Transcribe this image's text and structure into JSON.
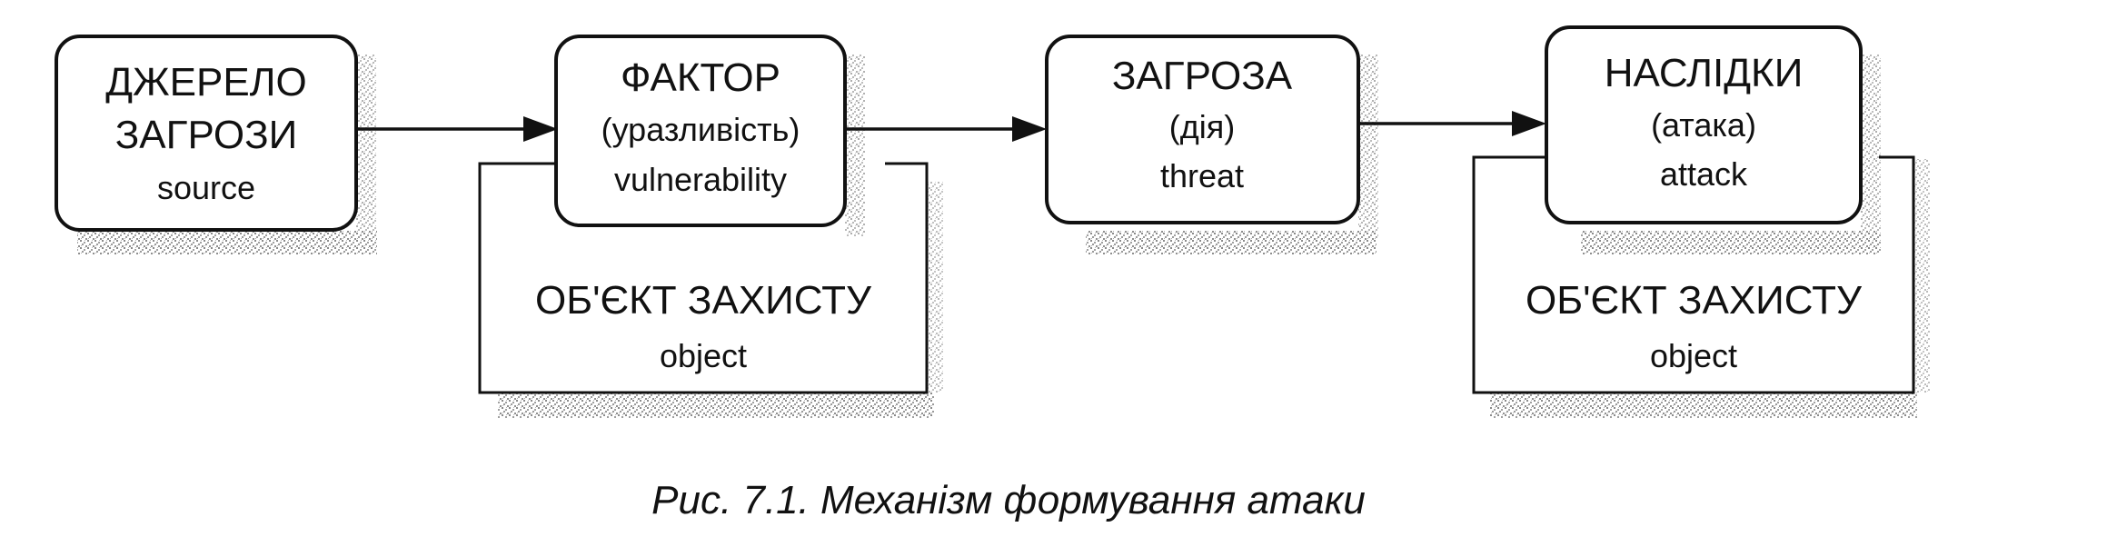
{
  "boxes": [
    {
      "id": "source",
      "lines": [
        "ДЖЕРЕЛО",
        "ЗАГРОЗИ",
        "source"
      ]
    },
    {
      "id": "vulnerability",
      "lines": [
        "ФАКТОР",
        "(уразливість)",
        "vulnerability"
      ]
    },
    {
      "id": "threat",
      "lines": [
        "ЗАГРОЗА",
        "(дія)",
        "threat"
      ]
    },
    {
      "id": "attack",
      "lines": [
        "НАСЛІДКИ",
        "(атака)",
        "attack"
      ]
    }
  ],
  "objects": [
    {
      "id": "object-1",
      "lines": [
        "ОБ'ЄКТ ЗАХИСТУ",
        "object"
      ]
    },
    {
      "id": "object-2",
      "lines": [
        "ОБ'ЄКТ ЗАХИСТУ",
        "object"
      ]
    }
  ],
  "caption": "Рис. 7.1. Механізм формування атаки"
}
